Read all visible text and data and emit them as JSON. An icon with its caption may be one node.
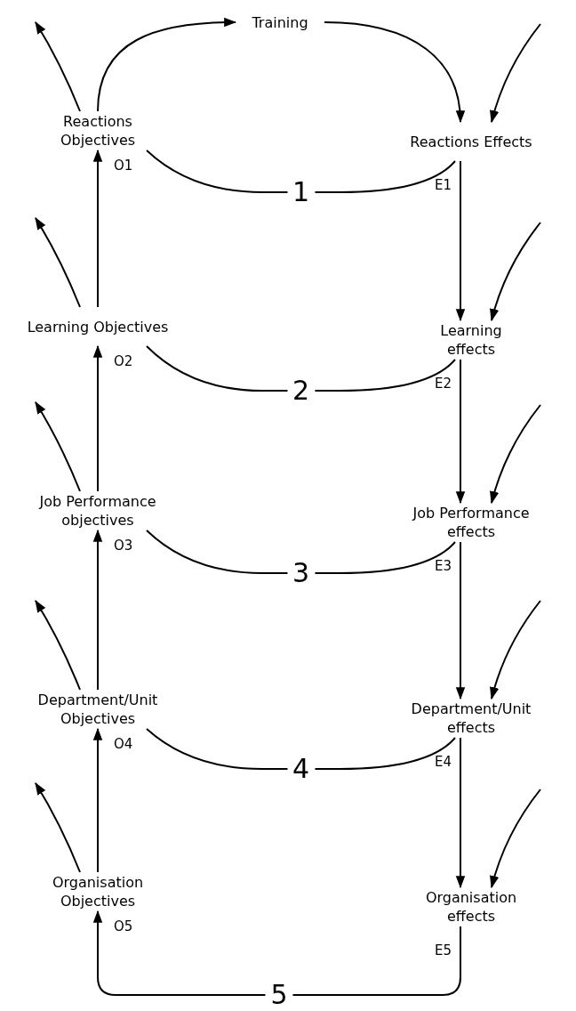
{
  "diagram": {
    "nodes": [
      {
        "text": [
          "Training"
        ]
      },
      {
        "text": [
          "Reactions Objectives"
        ],
        "beside": [
          "O1"
        ]
      },
      {
        "text": [
          "Reactions Effects"
        ],
        "beside": [
          "E1"
        ]
      },
      {
        "text": [
          "Learning Objectives"
        ],
        "beside": [
          "O2"
        ]
      },
      {
        "text": [
          "Learning effects"
        ],
        "beside": [
          "E2"
        ]
      },
      {
        "text": [
          "Job Performance objectives"
        ],
        "beside": [
          "O3"
        ]
      },
      {
        "text": [
          "Job Performance effects"
        ],
        "beside": [
          "E3"
        ]
      },
      {
        "text": [
          "Department/Unit Objectives"
        ],
        "beside": [
          "O4"
        ]
      },
      {
        "text": [
          "Department/Unit effects"
        ],
        "beside": [
          "E4"
        ]
      },
      {
        "text": [
          "Organisation Objectives"
        ],
        "beside": [
          "O5"
        ]
      },
      {
        "text": [
          "Organisation effects"
        ],
        "beside": [
          "E5"
        ]
      }
    ],
    "edges": [
      {
        "from": 1,
        "to": 0,
        "arrow": "to"
      },
      {
        "from": 0,
        "to": 2,
        "arrow": "to"
      },
      {
        "from": 1,
        "to": 2,
        "arrow": "none",
        "label": "1"
      },
      {
        "from": 3,
        "to": 4,
        "arrow": "none",
        "label": "2"
      },
      {
        "from": 5,
        "to": 6,
        "arrow": "none",
        "label": "3"
      },
      {
        "from": 7,
        "to": 8,
        "arrow": "none",
        "label": "4"
      },
      {
        "from": 10,
        "to": 9,
        "arrow": "to",
        "label": "5"
      },
      {
        "from": 3,
        "to": 1,
        "arrow": "to"
      },
      {
        "from": 5,
        "to": 3,
        "arrow": "to"
      },
      {
        "from": 7,
        "to": 5,
        "arrow": "to"
      },
      {
        "from": 9,
        "to": 7,
        "arrow": "to"
      },
      {
        "from": 2,
        "to": 4,
        "arrow": "to"
      },
      {
        "from": 4,
        "to": 6,
        "arrow": "to"
      },
      {
        "from": 6,
        "to": 8,
        "arrow": "to"
      },
      {
        "from": 8,
        "to": 10,
        "arrow": "to"
      },
      {
        "from": 1,
        "to": null,
        "arrow": "to"
      },
      {
        "from": 3,
        "to": null,
        "arrow": "to"
      },
      {
        "from": 5,
        "to": null,
        "arrow": "to"
      },
      {
        "from": 7,
        "to": null,
        "arrow": "to"
      },
      {
        "from": 9,
        "to": null,
        "arrow": "to"
      },
      {
        "from": null,
        "to": 2,
        "arrow": "to"
      },
      {
        "from": null,
        "to": 4,
        "arrow": "to"
      },
      {
        "from": null,
        "to": 6,
        "arrow": "to"
      },
      {
        "from": null,
        "to": 8,
        "arrow": "to"
      },
      {
        "from": null,
        "to": 10,
        "arrow": "to"
      }
    ]
  }
}
